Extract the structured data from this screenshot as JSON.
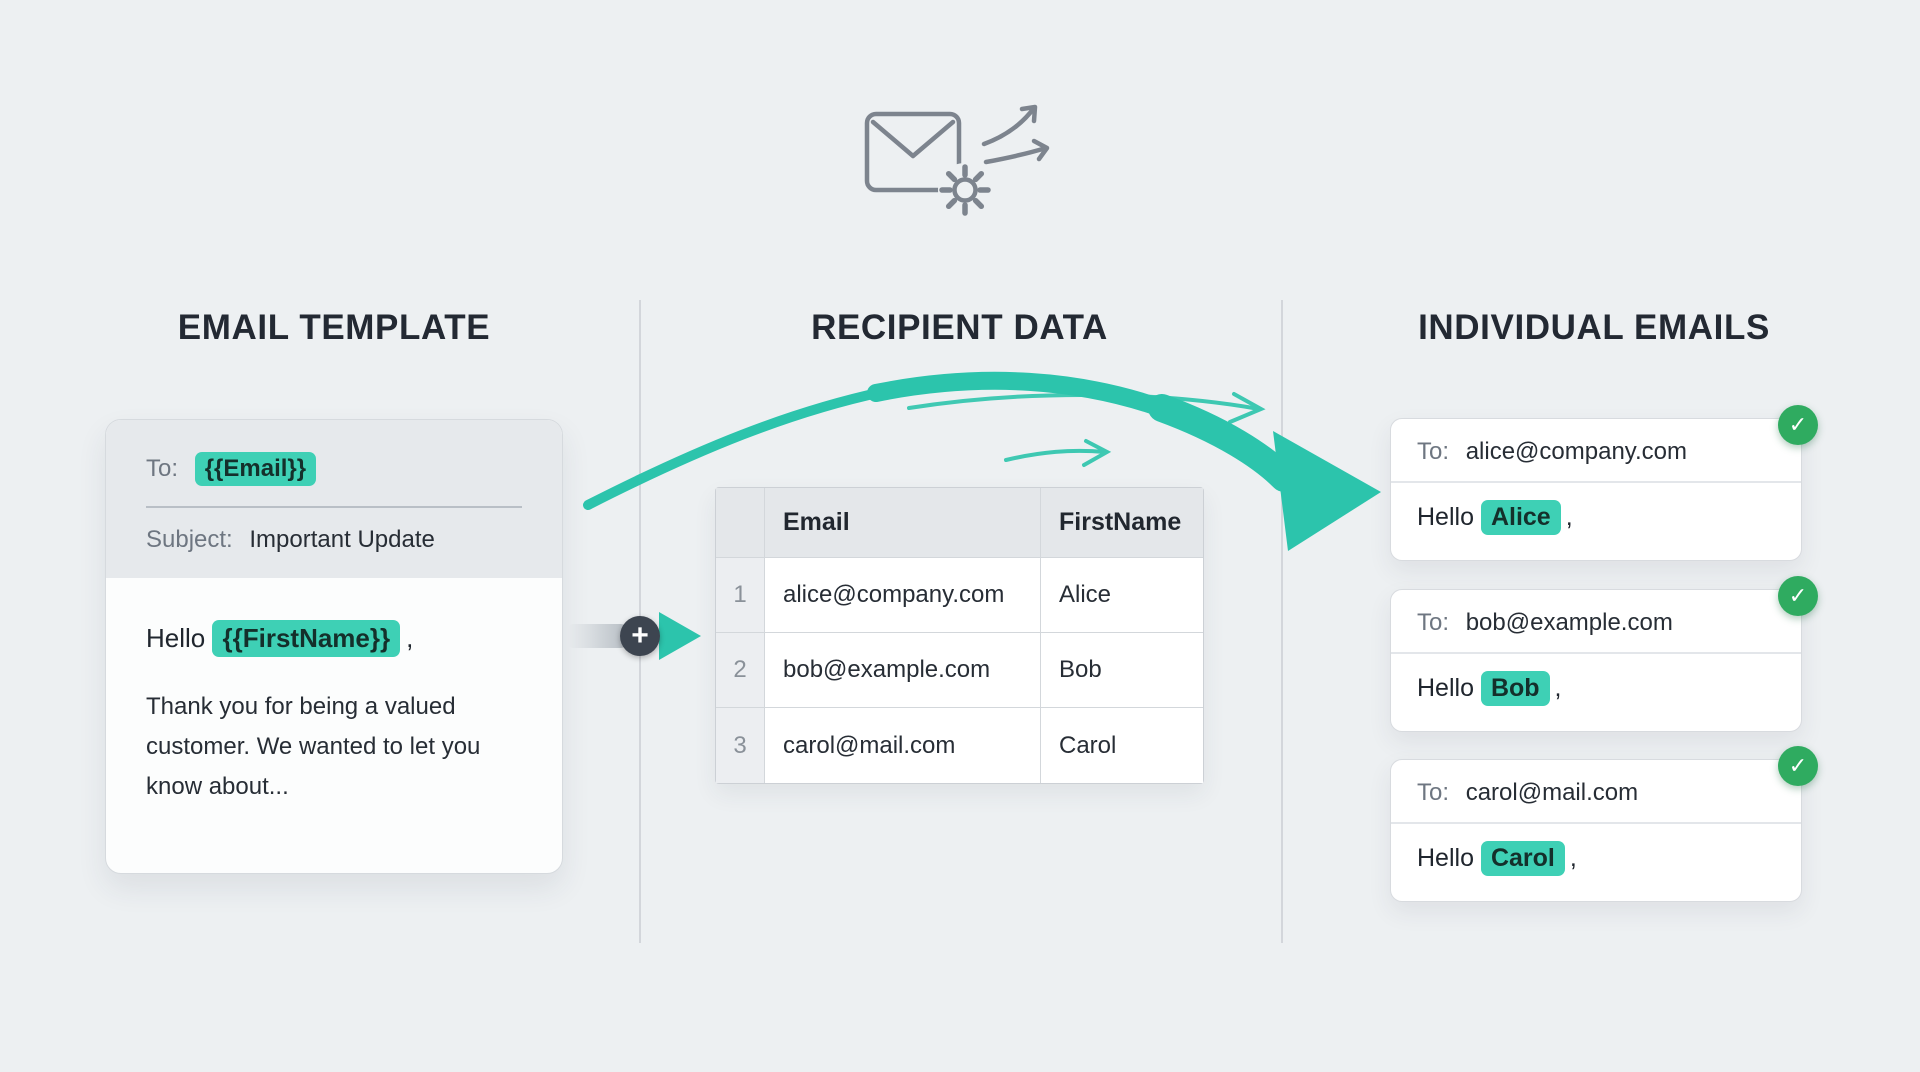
{
  "page": {
    "background": "#edf0f2"
  },
  "accent": {
    "teal": "#3ed0b5",
    "arrow_teal": "#2cc4ac",
    "green": "#2fab60"
  },
  "template": {
    "title": "EMAIL TEMPLATE",
    "to_label": "To:",
    "to_token": "{{Email}}",
    "subject_label": "Subject:",
    "subject_value": "Important Update",
    "hello": "Hello",
    "name_token": "{{FirstName}}",
    "comma": ",",
    "body": "Thank you for being a valued customer. We wanted to let you know about..."
  },
  "recipients": {
    "title": "RECIPIENT DATA",
    "headers": {
      "email": "Email",
      "first_name": "FirstName"
    },
    "rows": [
      {
        "num": "1",
        "email": "alice@company.com",
        "first_name": "Alice"
      },
      {
        "num": "2",
        "email": "bob@example.com",
        "first_name": "Bob"
      },
      {
        "num": "3",
        "email": "carol@mail.com",
        "first_name": "Carol"
      }
    ]
  },
  "emails": {
    "title": "INDIVIDUAL EMAILS",
    "to_label": "To:",
    "hello": "Hello",
    "comma": ",",
    "check": "✓",
    "items": [
      {
        "to": "alice@company.com",
        "name": "Alice"
      },
      {
        "to": "bob@example.com",
        "name": "Bob"
      },
      {
        "to": "carol@mail.com",
        "name": "Carol"
      }
    ]
  },
  "merge": {
    "plus": "+"
  }
}
